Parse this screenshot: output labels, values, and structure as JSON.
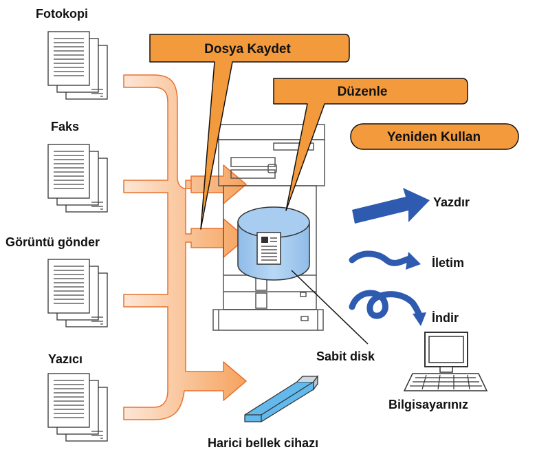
{
  "sources": [
    {
      "label": "Fotokopi"
    },
    {
      "label": "Faks"
    },
    {
      "label": "Görüntü gönder"
    },
    {
      "label": "Yazıcı"
    }
  ],
  "callouts": {
    "save": "Dosya Kaydet",
    "edit": "Düzenle",
    "reuse": "Yeniden Kullan"
  },
  "storage": {
    "hard_disk": "Sabit disk",
    "external_memory": "Harici bellek cihazı"
  },
  "outputs": {
    "print": "Yazdır",
    "transmit": "İletim",
    "download": "İndir",
    "computer": "Bilgisayarınız"
  },
  "colors": {
    "callout_fill": "#f39a3c",
    "arrow_gradient_start": "#fde6d6",
    "arrow_gradient_end": "#f6a35e",
    "arrow_stroke": "#e8722e",
    "disk_fill": "#a9cdf1",
    "blue_arrow": "#2e5bb0",
    "usb_fill": "#63b8ec"
  }
}
